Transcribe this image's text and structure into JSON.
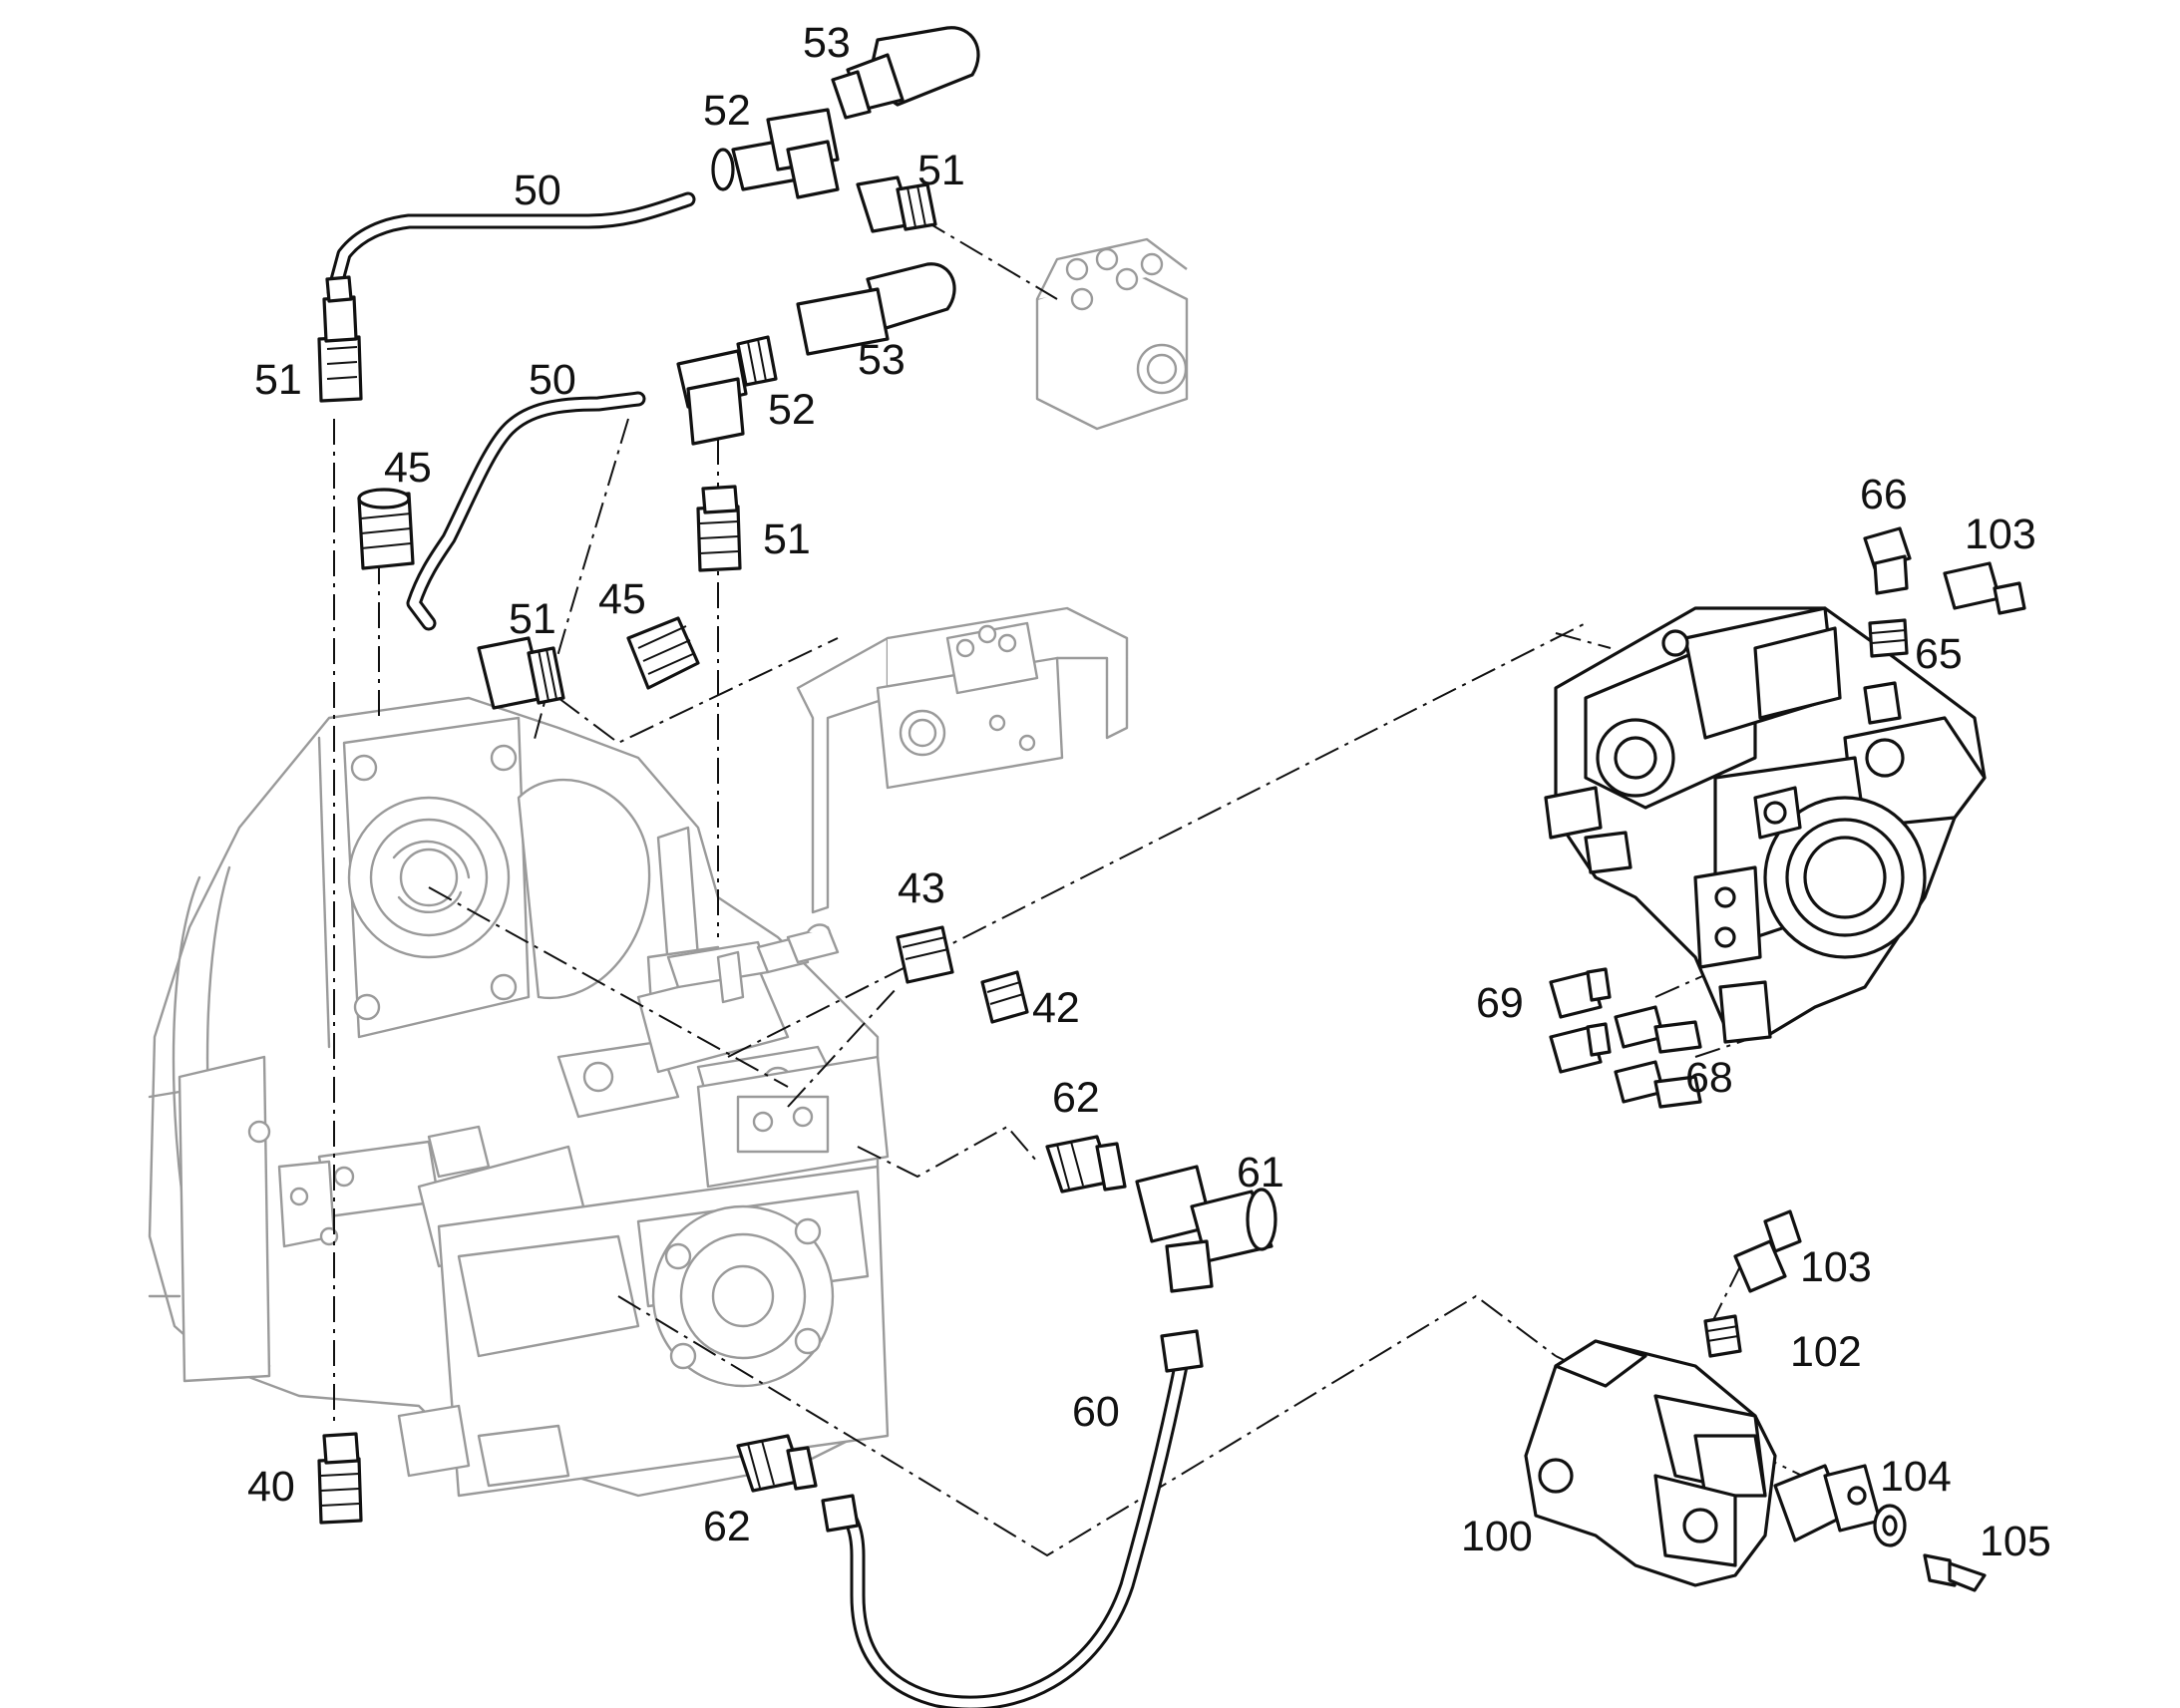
{
  "labels": {
    "l53a": "53",
    "l52a": "52",
    "l50a": "50",
    "l51a": "51",
    "l51b": "51",
    "l50b": "50",
    "l53b": "53",
    "l52b": "52",
    "l45a": "45",
    "l51c": "51",
    "l51d": "51",
    "l45b": "45",
    "l66": "66",
    "l103a": "103",
    "l65": "65",
    "l43": "43",
    "l42": "42",
    "l69": "69",
    "l68": "68",
    "l62a": "62",
    "l61": "61",
    "l103b": "103",
    "l102": "102",
    "l60": "60",
    "l104": "104",
    "l40": "40",
    "l62b": "62",
    "l100": "100",
    "l105": "105"
  },
  "colors": {
    "line": "#111111",
    "ghost": "#9a9a9a",
    "background": "#ffffff"
  }
}
